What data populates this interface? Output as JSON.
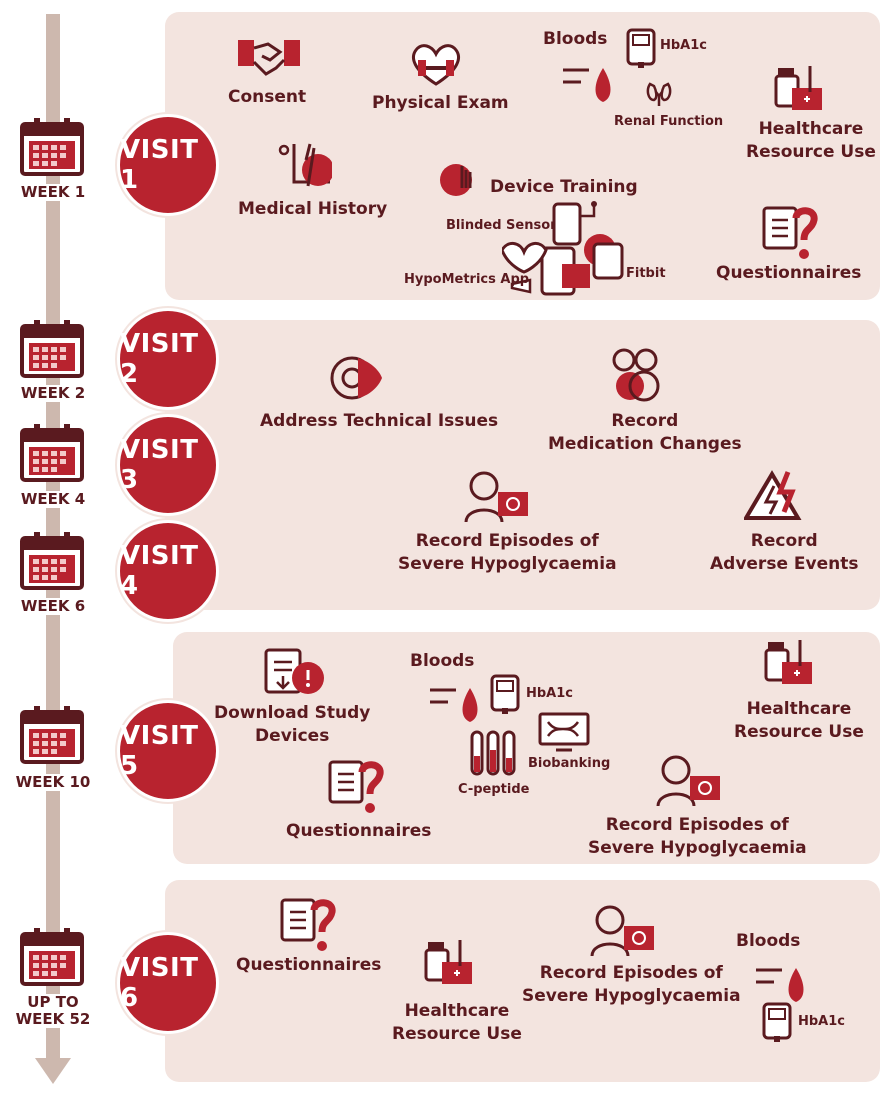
{
  "weeks": [
    "WEEK 1",
    "WEEK 2",
    "WEEK 4",
    "WEEK 6",
    "WEEK 10",
    "UP TO",
    "WEEK 52"
  ],
  "visits": [
    "VISIT 1",
    "VISIT 2",
    "VISIT 3",
    "VISIT 4",
    "VISIT 5",
    "VISIT 6"
  ],
  "visit1": {
    "consent": "Consent",
    "physical_exam": "Physical Exam",
    "bloods": "Bloods",
    "hba1c": "HbA1c",
    "renal_function": "Renal Function",
    "healthcare_line1": "Healthcare",
    "healthcare_line2": "Resource Use",
    "medical_history": "Medical History",
    "device_training": "Device Training",
    "blinded_sensor": "Blinded Sensor",
    "hypometrics_app": "HypoMetrics App",
    "fitbit": "Fitbit",
    "questionnaires": "Questionnaires"
  },
  "visits_2_4": {
    "address_technical": "Address Technical Issues",
    "record_med_line1": "Record",
    "record_med_line2": "Medication Changes",
    "severe_hypo_line1": "Record Episodes of",
    "severe_hypo_line2": "Severe Hypoglycaemia",
    "adverse_line1": "Record",
    "adverse_line2": "Adverse Events"
  },
  "visit5": {
    "download_line1": "Download Study",
    "download_line2": "Devices",
    "bloods": "Bloods",
    "hba1c": "HbA1c",
    "biobanking": "Biobanking",
    "c_peptide": "C-peptide",
    "healthcare_line1": "Healthcare",
    "healthcare_line2": "Resource Use",
    "questionnaires": "Questionnaires",
    "severe_hypo_line1": "Record Episodes of",
    "severe_hypo_line2": "Severe Hypoglycaemia"
  },
  "visit6": {
    "questionnaires": "Questionnaires",
    "healthcare_line1": "Healthcare",
    "healthcare_line2": "Resource Use",
    "severe_hypo_line1": "Record Episodes of",
    "severe_hypo_line2": "Severe Hypoglycaemia",
    "bloods": "Bloods",
    "hba1c": "HbA1c"
  },
  "colors": {
    "primary": "#b8232f",
    "dark": "#5a1a1f",
    "panel": "#f3e4df",
    "timeline": "#cdb8ae"
  }
}
